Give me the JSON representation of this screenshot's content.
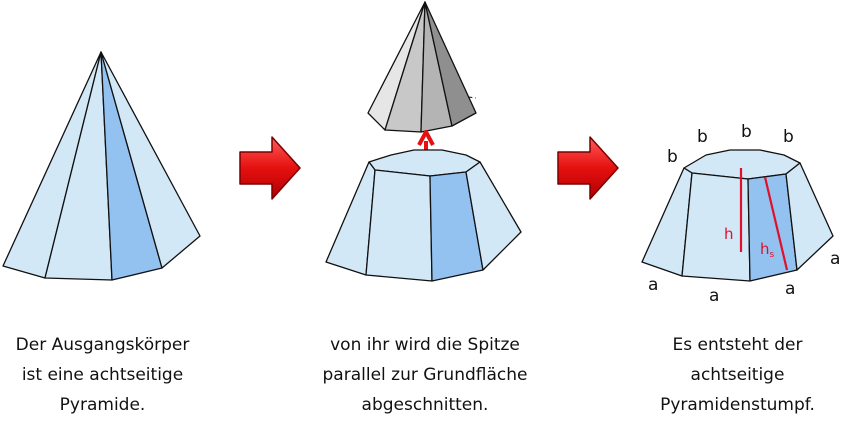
{
  "captions": {
    "left": [
      "Der Ausgangskörper",
      "ist eine achtseitige",
      "Pyramide."
    ],
    "middle": [
      "von ihr wird die Spitze",
      "parallel zur Grundfläche",
      "abgeschnitten."
    ],
    "right": [
      "Es entsteht der",
      "achtseitige",
      "Pyramidenstumpf."
    ]
  },
  "labels": {
    "top_edge": "b",
    "bottom_edge": "a",
    "height": "h",
    "slant_height": "h",
    "slant_sub": "s"
  },
  "colors": {
    "face_light": "#d3e8f7",
    "face_highlight": "#93c2f1",
    "cap_light": "#e6e6e6",
    "cap_mid": "#c8c8c8",
    "cap_dark": "#8f8f8f",
    "arrow": "#e61010",
    "height_line": "#e0102a"
  },
  "icons": [
    "right-arrow-icon",
    "lift-arrow-icon"
  ]
}
